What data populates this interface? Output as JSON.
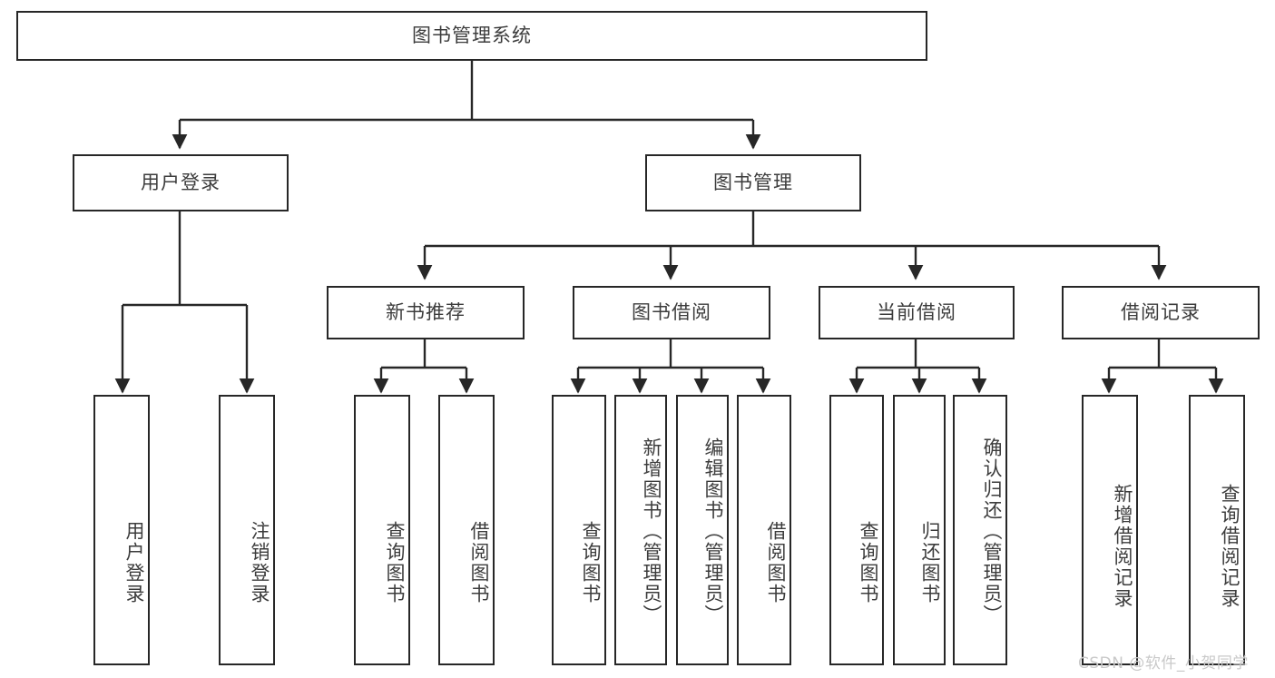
{
  "diagram": {
    "title": "图书管理系统",
    "watermark": "CSDN @软件_小贺同学",
    "levels": {
      "root": "图书管理系统",
      "level1": [
        "用户登录",
        "图书管理"
      ],
      "level2": [
        "新书推荐",
        "图书借阅",
        "当前借阅",
        "借阅记录"
      ]
    },
    "nodes": {
      "root": "图书管理系统",
      "user_login": "用户登录",
      "book_manage": "图书管理",
      "new_book_rec": "新书推荐",
      "book_borrow": "图书借阅",
      "current_borrow": "当前借阅",
      "borrow_record": "借阅记录",
      "leaf_user_login": "用户登录",
      "leaf_logout": "注销登录",
      "leaf_query_book_1": "查询图书",
      "leaf_borrow_book_1": "借阅图书",
      "leaf_query_book_2": "查询图书",
      "leaf_add_book_admin": "新增图书（管理员）",
      "leaf_edit_book_admin": "编辑图书（管理员）",
      "leaf_borrow_book_2": "借阅图书",
      "leaf_query_book_3": "查询图书",
      "leaf_return_book": "归还图书",
      "leaf_confirm_return_admin": "确认归还（管理员）",
      "leaf_add_record": "新增借阅记录",
      "leaf_query_record": "查询借阅记录"
    },
    "colors": {
      "border": "#272727",
      "text": "#3c3c3c",
      "background": "#ffffff",
      "watermark": "#c9c9c9"
    }
  }
}
